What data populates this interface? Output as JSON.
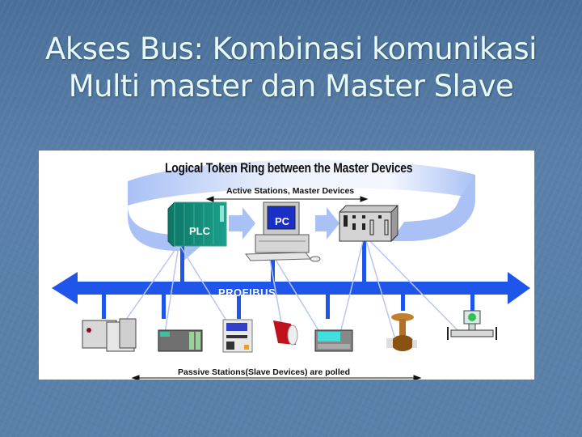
{
  "slide": {
    "title_line1": "Akses Bus: Kombinasi komunikasi",
    "title_line2": "Multi master dan Master Slave"
  },
  "diagram": {
    "ring_title": "Logical Token Ring between the Master Devices",
    "active_label": "Active Stations, Master Devices",
    "passive_label": "Passive Stations(Slave Devices) are polled",
    "bus_label": "PROFIBUS",
    "masters": [
      {
        "name": "PLC",
        "label": "PLC",
        "icon": "plc-icon"
      },
      {
        "name": "PC",
        "label": "PC",
        "icon": "pc-icon"
      },
      {
        "name": "Controller rack",
        "icon": "controller-rack-icon"
      }
    ],
    "slaves": [
      {
        "icon": "remote-io-icon"
      },
      {
        "icon": "io-module-icon"
      },
      {
        "icon": "operator-panel-icon"
      },
      {
        "icon": "drive-motor-icon"
      },
      {
        "icon": "display-terminal-icon"
      },
      {
        "icon": "control-valve-icon"
      },
      {
        "icon": "flow-meter-icon"
      }
    ],
    "colors": {
      "bus": "#1f55e8",
      "ring": "#a9c1f5",
      "plc": "#14907e",
      "pc_screen": "#1a2fc8",
      "poll_lines": "#b7c6f2"
    }
  }
}
